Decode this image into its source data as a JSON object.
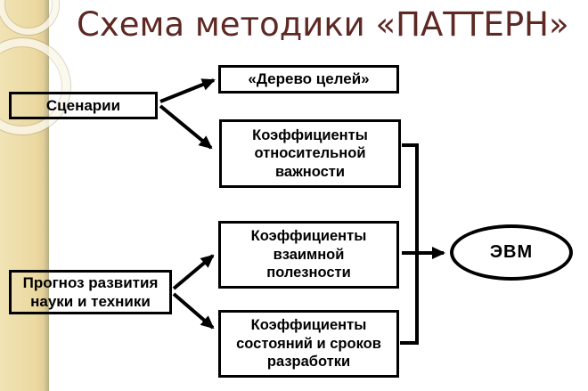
{
  "title": "Схема методики «ПАТТЕРН»",
  "nodes": {
    "scenarios": {
      "label": "Сценарии"
    },
    "goal_tree": {
      "label": "«Дерево целей»"
    },
    "relative_importance": {
      "label": "Коэффициенты\nотносительной\nважности"
    },
    "mutual_utility": {
      "label": "Коэффициенты\nвзаимной\nполезности"
    },
    "forecast": {
      "label": "Прогноз развития\nнауки и техники"
    },
    "states_terms": {
      "label": "Коэффициенты\nсостояний и сроков\nразработки"
    },
    "computer": {
      "label": "ЭВМ"
    }
  },
  "colors": {
    "title_text": "#5e2823",
    "side_strip": "#ecd9a2",
    "diagram_lines": "#000000",
    "box_background": "#ffffff"
  }
}
